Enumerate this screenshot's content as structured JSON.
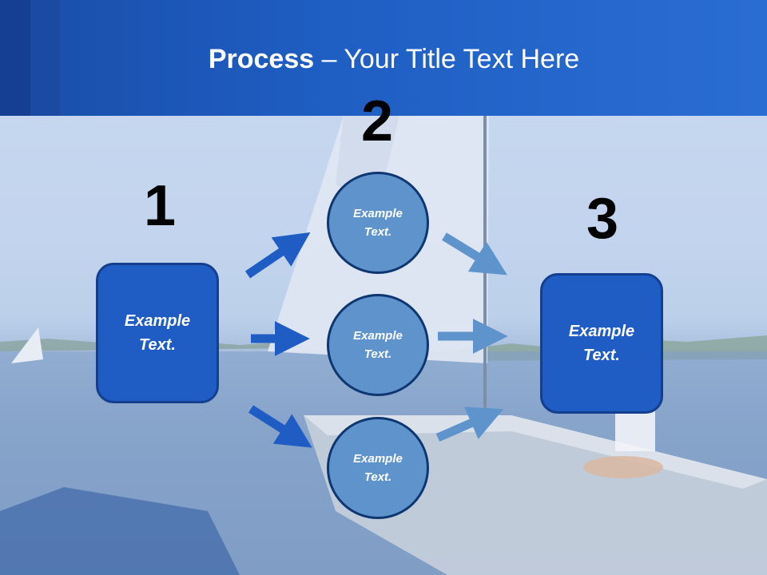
{
  "title": {
    "bold": "Process",
    "rest": " – Your Title Text Here"
  },
  "steps": {
    "n1": "1",
    "n2": "2",
    "n3": "3"
  },
  "box_left": {
    "line1": "Example",
    "line2": "Text."
  },
  "box_right": {
    "line1": "Example",
    "line2": "Text."
  },
  "circles": [
    {
      "line1": "Example",
      "line2": "Text."
    },
    {
      "line1": "Example",
      "line2": "Text."
    },
    {
      "line1": "Example",
      "line2": "Text."
    }
  ],
  "colors": {
    "header": "#1f5fc4",
    "box_fill": "#1f5cc4",
    "circle_fill": "#5f93cc",
    "arrow_dark": "#1f5cc4",
    "arrow_light": "#5f93cc"
  }
}
